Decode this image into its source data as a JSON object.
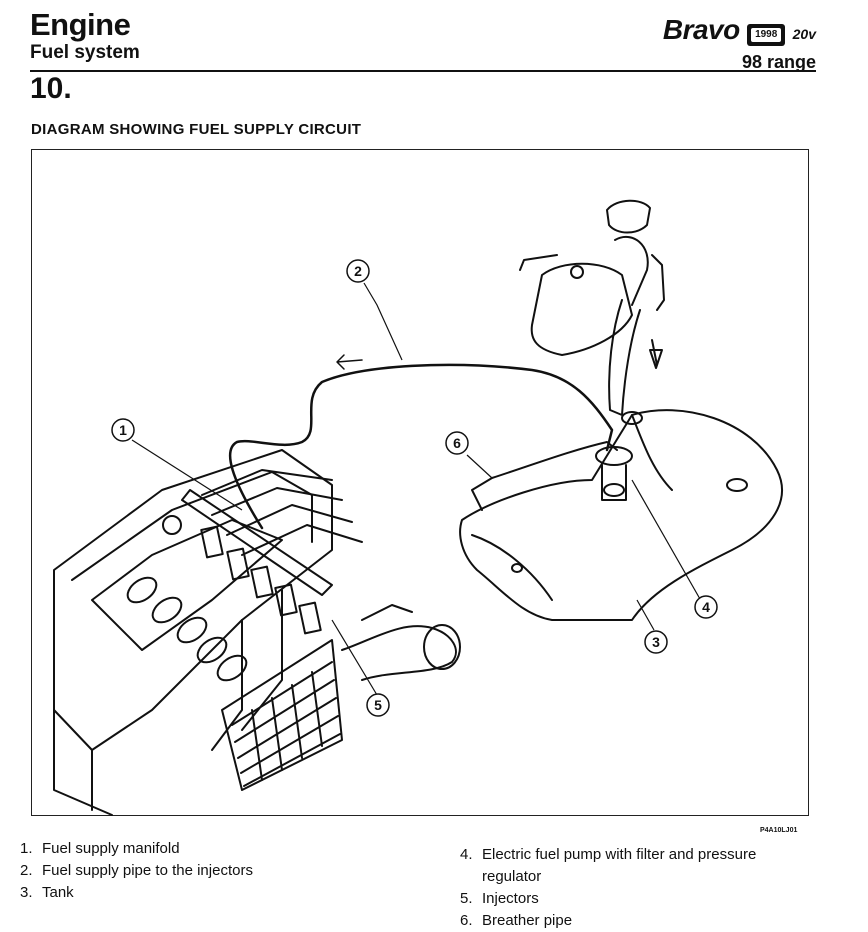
{
  "header": {
    "title": "Engine",
    "subtitle": "Fuel system",
    "section_number": "10.",
    "brand": "Bravo",
    "badge_year": "1998",
    "variant": "20v",
    "range": "98 range"
  },
  "diagram": {
    "heading": "DIAGRAM SHOWING FUEL SUPPLY CIRCUIT",
    "reference": "P4A10LJ01",
    "callouts": [
      "1",
      "2",
      "3",
      "4",
      "5",
      "6"
    ]
  },
  "legend": [
    {
      "num": "1.",
      "text": "Fuel supply manifold"
    },
    {
      "num": "2.",
      "text": "Fuel supply pipe to the injectors"
    },
    {
      "num": "3.",
      "text": "Tank"
    },
    {
      "num": "4.",
      "text": "Electric fuel pump with filter and pressure regulator"
    },
    {
      "num": "5.",
      "text": "Injectors"
    },
    {
      "num": "6.",
      "text": "Breather pipe"
    }
  ]
}
